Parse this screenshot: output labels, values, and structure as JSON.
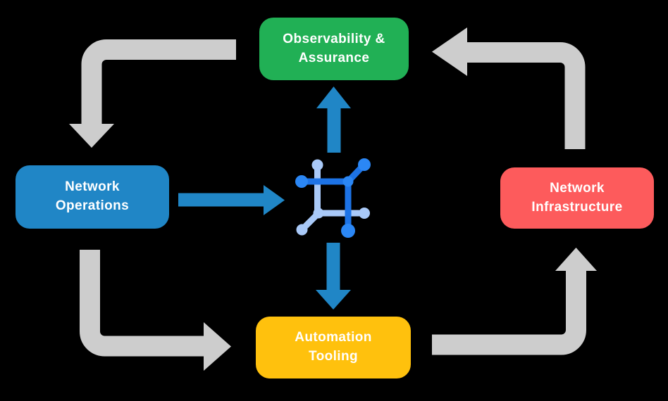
{
  "diagram": {
    "title": "Network automation cycle diagram",
    "background_color": "#000000",
    "nodes": {
      "observability": {
        "label_line1": "Observability &",
        "label_line2": "Assurance",
        "color": "#21B055"
      },
      "operations": {
        "label_line1": "Network",
        "label_line2": "Operations",
        "color": "#2086C6"
      },
      "infrastructure": {
        "label_line1": "Network",
        "label_line2": "Infrastructure",
        "color": "#FD5B5C"
      },
      "automation": {
        "label_line1": "Automation",
        "label_line2": "Tooling",
        "color": "#FFC10D"
      }
    },
    "center_icon": {
      "name": "network-hub-icon",
      "dark_blue_line": "#1D73E6",
      "dark_blue_node": "#2B87F5",
      "light_blue": "#A9C9F8"
    },
    "arrows": {
      "gray_color": "#CDCDCD",
      "blue_color": "#2086C6",
      "gray_cycle": [
        {
          "from": "observability",
          "to": "operations"
        },
        {
          "from": "operations",
          "to": "automation"
        },
        {
          "from": "automation",
          "to": "infrastructure"
        },
        {
          "from": "infrastructure",
          "to": "observability"
        }
      ],
      "blue_links": [
        {
          "from": "operations",
          "to": "center-icon"
        },
        {
          "from": "center-icon",
          "to": "observability"
        },
        {
          "from": "center-icon",
          "to": "automation"
        }
      ]
    }
  }
}
